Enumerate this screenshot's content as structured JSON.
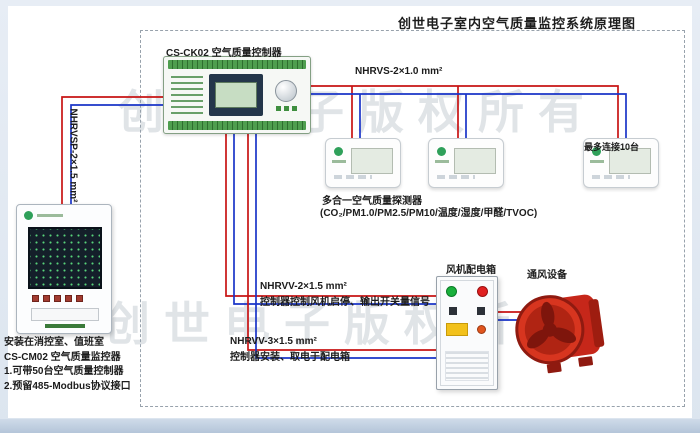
{
  "page": {
    "title": "创世电子室内空气质量监控系统原理图",
    "watermark": "创世电子版权所有"
  },
  "controller": {
    "label": "CS-CK02 空气质量控制器"
  },
  "cables": {
    "sensor_bus_label": "NHRVS-2×1.0 mm²",
    "riser_label": "NHRVSP-2×1.5 mm²",
    "fan_control_label": "NHRVV-2×1.5 mm²",
    "fan_control_note": "控制器控制风机启停、输出开关量信号",
    "power_label": "NHRVV-3×1.5 mm²",
    "power_note": "控制器安装、取电于配电箱"
  },
  "detectors": {
    "max_connect_note": "最多连接10台",
    "name": "多合一空气质量探测器",
    "params": "(CO₂/PM1.0/PM2.5/PM10/温度/湿度/甲醛/TVOC)"
  },
  "monitor": {
    "notes": [
      "安装在消控室、值班室",
      "CS-CM02 空气质量监控器",
      "1.可带50台空气质量控制器",
      "2.预留485-Modbus协议接口"
    ]
  },
  "fan_box": {
    "label": "风机配电箱"
  },
  "fan": {
    "label": "通风设备"
  },
  "colors": {
    "wire_live": "#c81414",
    "wire_neutral": "#1a35c8",
    "accent_green": "#2fa05a",
    "fan_red": "#d7351f"
  }
}
